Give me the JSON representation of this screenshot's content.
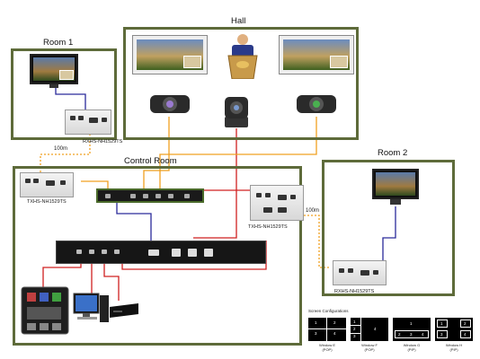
{
  "rooms": {
    "hall": "Hall",
    "room1": "Room 1",
    "room2": "Room 2",
    "control_room": "Control Room"
  },
  "devices": {
    "rx_room1": "RXHS-NH1529TS",
    "tx_control": "TXHS-NH1529TS",
    "tx_hall_link": "TXHS-NH1529TS",
    "rx_room2": "RXHS-NH1529TS"
  },
  "distances": {
    "room1_link": "100m",
    "room2_link": "100m"
  },
  "screen_configurations": {
    "title": "Screen Configurations",
    "windows": [
      {
        "label": "Window E",
        "mode": "(POP)",
        "cells": [
          "1",
          "2",
          "3",
          "4"
        ]
      },
      {
        "label": "Window F",
        "mode": "(POP)",
        "cells": [
          "1",
          "2",
          "3",
          "4"
        ]
      },
      {
        "label": "Window G",
        "mode": "(PIP)",
        "cells": [
          "1",
          "2",
          "3",
          "4"
        ]
      },
      {
        "label": "Window H",
        "mode": "(PIP)",
        "cells": [
          "1",
          "2",
          "3",
          "4"
        ]
      }
    ]
  },
  "colors": {
    "room_border": "#5e6b3a",
    "hdbaset_orange": "#f0a020",
    "hdmi_blue": "#2a2a9a",
    "control_red": "#d02020"
  }
}
